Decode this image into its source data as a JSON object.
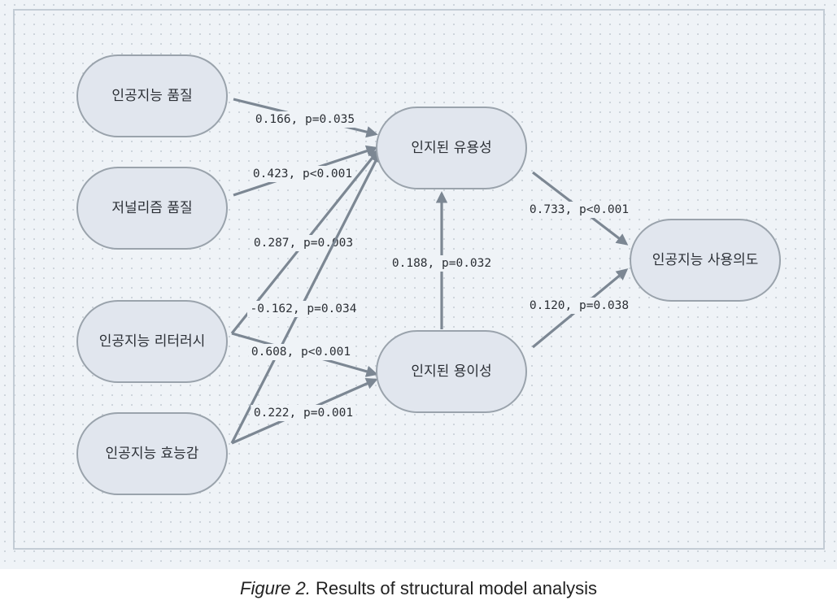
{
  "nodes": [
    {
      "id": "ai_quality",
      "label": "인공지능 품질"
    },
    {
      "id": "journalism_quality",
      "label": "저널리즘 품질"
    },
    {
      "id": "ai_literacy",
      "label": "인공지능 리터러시"
    },
    {
      "id": "ai_efficacy",
      "label": "인공지능 효능감"
    },
    {
      "id": "usefulness",
      "label": "인지된 유용성"
    },
    {
      "id": "ease",
      "label": "인지된 용이성"
    },
    {
      "id": "intention",
      "label": "인공지능 사용의도"
    }
  ],
  "edges": [
    {
      "from": "ai_quality",
      "to": "usefulness",
      "label": "0.166, p=0.035"
    },
    {
      "from": "journalism_quality",
      "to": "usefulness",
      "label": "0.423, p<0.001"
    },
    {
      "from": "ai_literacy",
      "to": "usefulness",
      "label": "0.287, p=0.003"
    },
    {
      "from": "ai_efficacy",
      "to": "usefulness",
      "label": "-0.162, p=0.034"
    },
    {
      "from": "ai_literacy",
      "to": "ease",
      "label": "0.608, p<0.001"
    },
    {
      "from": "ai_efficacy",
      "to": "ease",
      "label": "0.222, p=0.001"
    },
    {
      "from": "ease",
      "to": "usefulness",
      "label": "0.188, p=0.032"
    },
    {
      "from": "usefulness",
      "to": "intention",
      "label": "0.733, p<0.001"
    },
    {
      "from": "ease",
      "to": "intention",
      "label": "0.120, p=0.038"
    }
  ],
  "caption": {
    "figure": "Figure 2.",
    "text": " Results of structural model analysis"
  },
  "colors": {
    "node_fill": "#e1e6ee",
    "edge": "#7c8793",
    "background": "#eff3f7"
  }
}
